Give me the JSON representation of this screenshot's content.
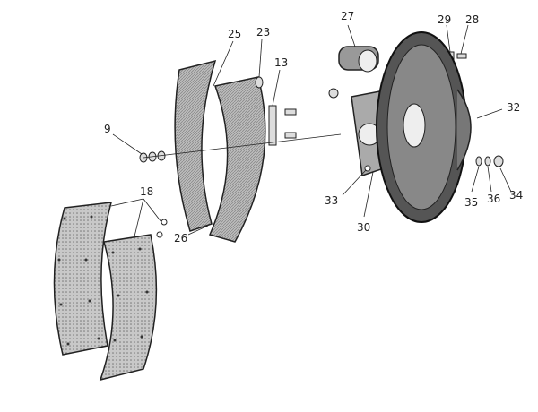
{
  "diagram": {
    "labels": {
      "l27": "27",
      "l29": "29",
      "l28": "28",
      "l25": "25",
      "l23": "23",
      "l13": "13",
      "l32": "32",
      "l9": "9",
      "l33": "33",
      "l30": "30",
      "l35": "35",
      "l36": "36",
      "l34": "34",
      "l18": "18",
      "l26": "26"
    }
  }
}
